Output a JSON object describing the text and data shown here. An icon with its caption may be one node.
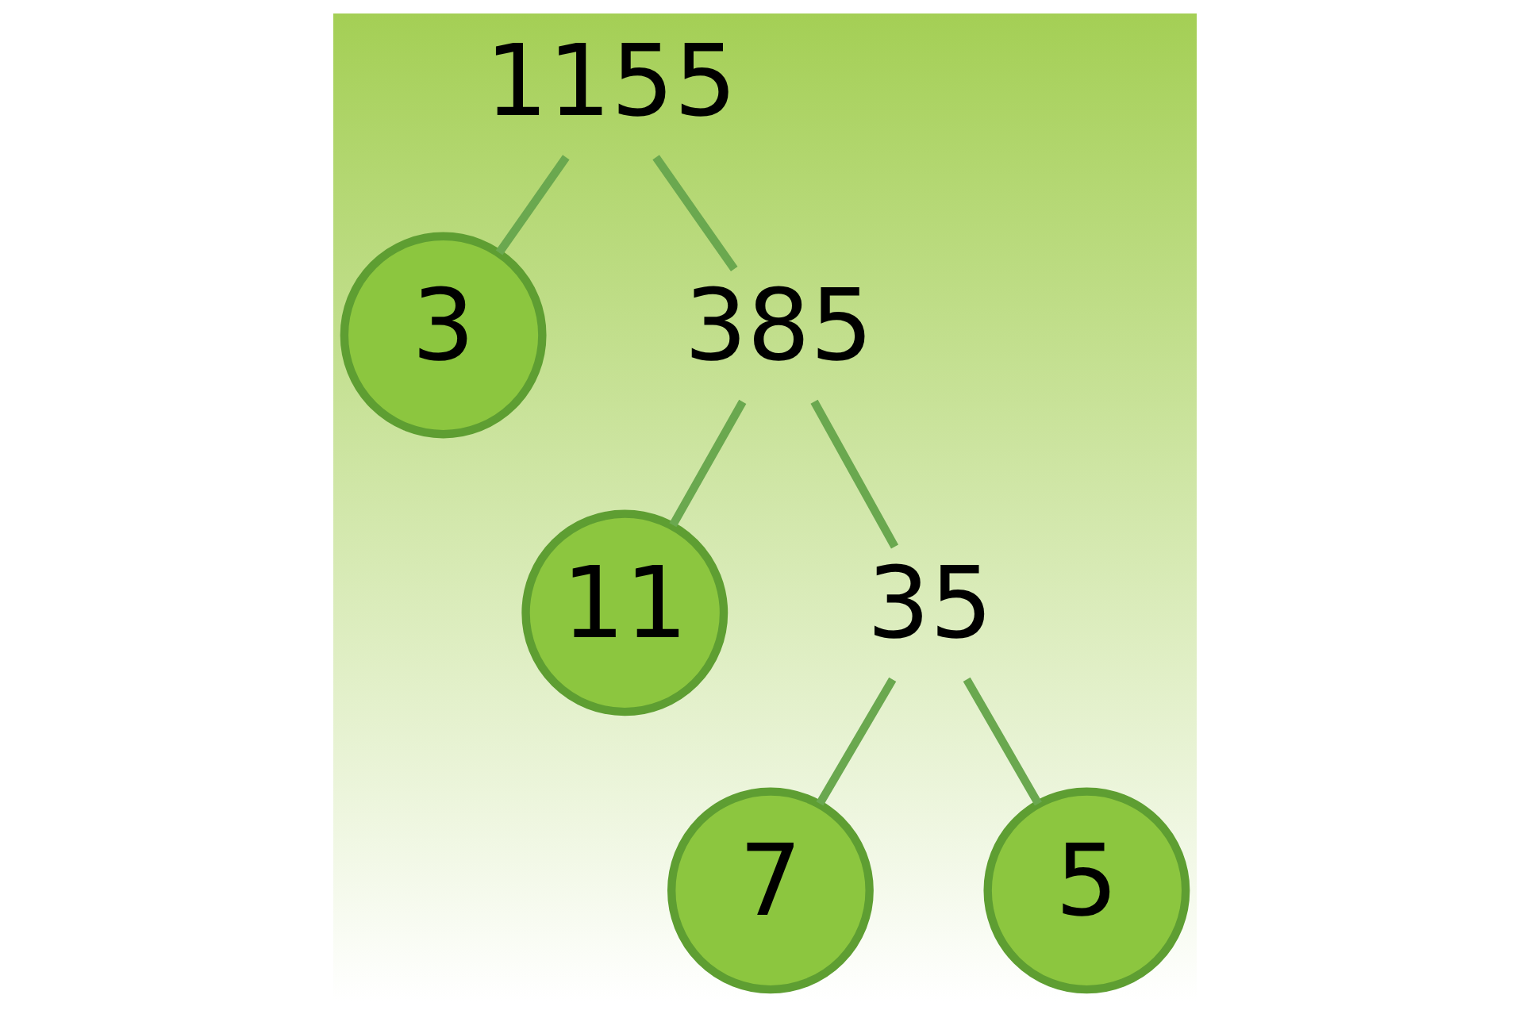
{
  "diagram": {
    "nodes": [
      {
        "text": [
          "1155"
        ]
      },
      {
        "text": [
          "3"
        ]
      },
      {
        "text": [
          "385"
        ]
      },
      {
        "text": [
          "11"
        ]
      },
      {
        "text": [
          "35"
        ]
      },
      {
        "text": [
          "7"
        ]
      },
      {
        "text": [
          "5"
        ]
      }
    ],
    "edges": [
      {
        "from": 0,
        "to": 1,
        "arrow": "none"
      },
      {
        "from": 0,
        "to": 2,
        "arrow": "none"
      },
      {
        "from": 2,
        "to": 3,
        "arrow": "none"
      },
      {
        "from": 2,
        "to": 4,
        "arrow": "none"
      },
      {
        "from": 4,
        "to": 5,
        "arrow": "none"
      },
      {
        "from": 4,
        "to": 6,
        "arrow": "none"
      }
    ]
  }
}
